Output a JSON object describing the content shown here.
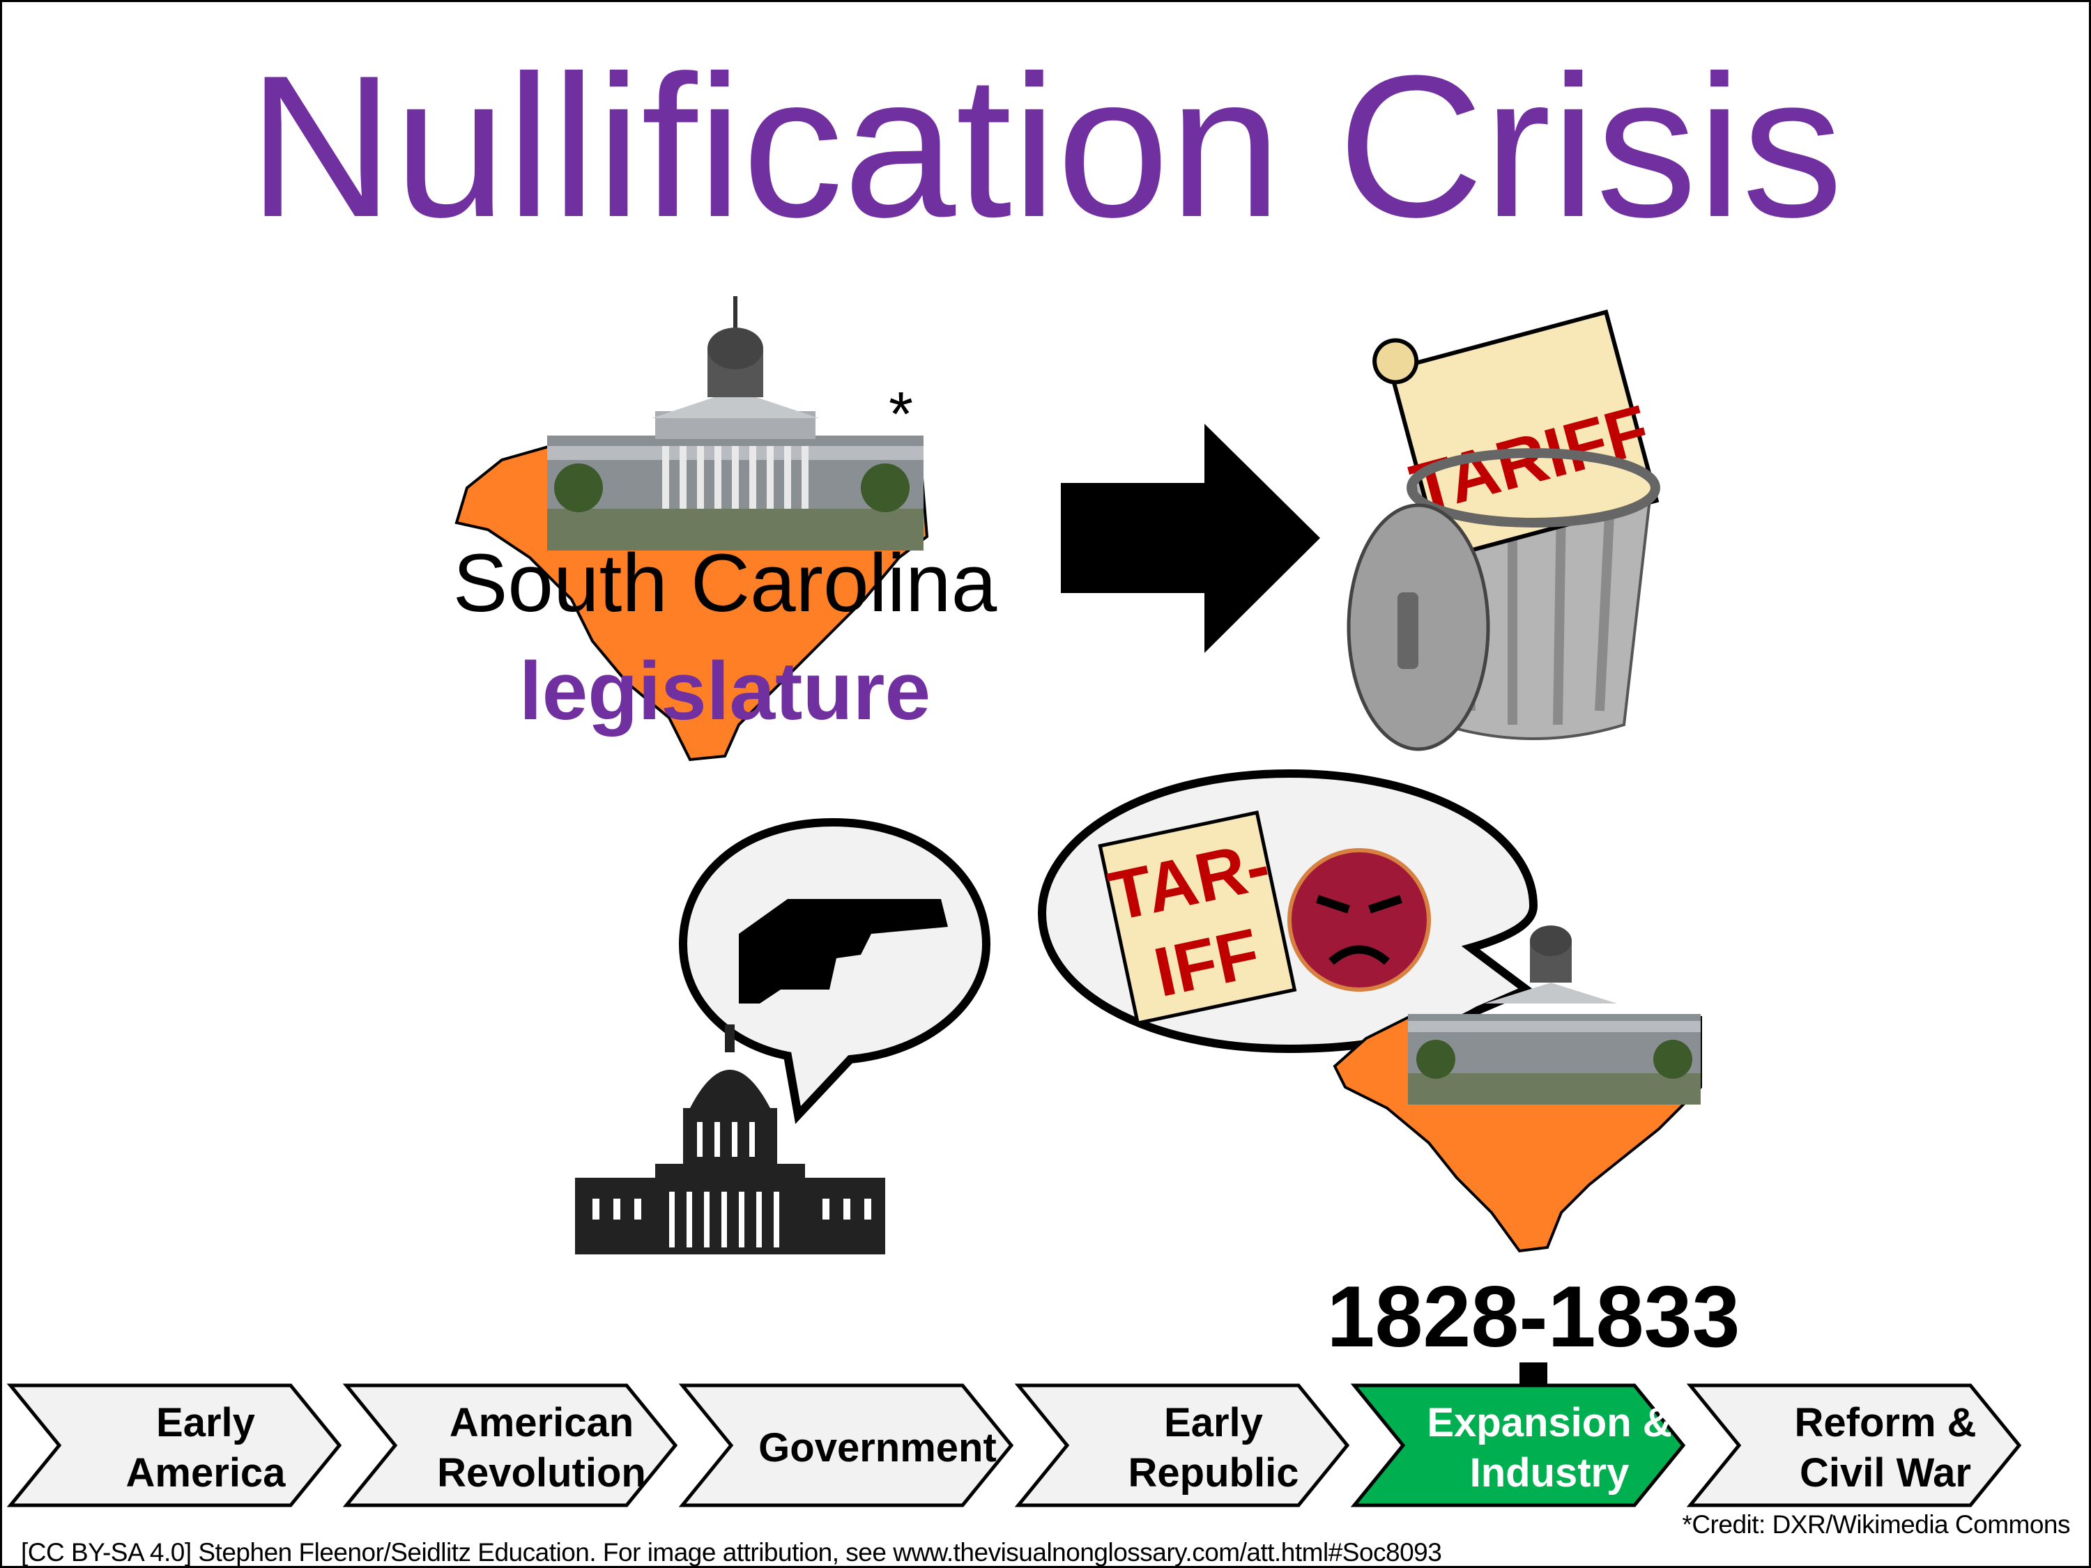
{
  "title": "Nullification Crisis",
  "left_panel": {
    "state": "South Carolina",
    "body": "legislature",
    "credit_mark": "*"
  },
  "tariff_scroll_text": "TARIFF",
  "speech_scroll_text": [
    "TAR-",
    "IFF"
  ],
  "years": "1828-1833",
  "timeline": [
    {
      "label": "Early\nAmerica",
      "active": false
    },
    {
      "label": "American\nRevolution",
      "active": false
    },
    {
      "label": "Government",
      "active": false
    },
    {
      "label": "Early\nRepublic",
      "active": false
    },
    {
      "label": "Expansion &\nIndustry",
      "active": true
    },
    {
      "label": "Reform &\nCivil War",
      "active": false
    }
  ],
  "colors": {
    "title": "#7030a0",
    "state": "#ff7f27",
    "active": "#00b050",
    "inactive": "#f2f2f2"
  },
  "footer": {
    "license": "[CC BY-SA 4.0] Stephen Fleenor/Seidlitz Education.  For image attribution, see www.thevisualnonglossary.com/att.html#Soc8093",
    "credit": "*Credit: DXR/Wikimedia Commons"
  }
}
